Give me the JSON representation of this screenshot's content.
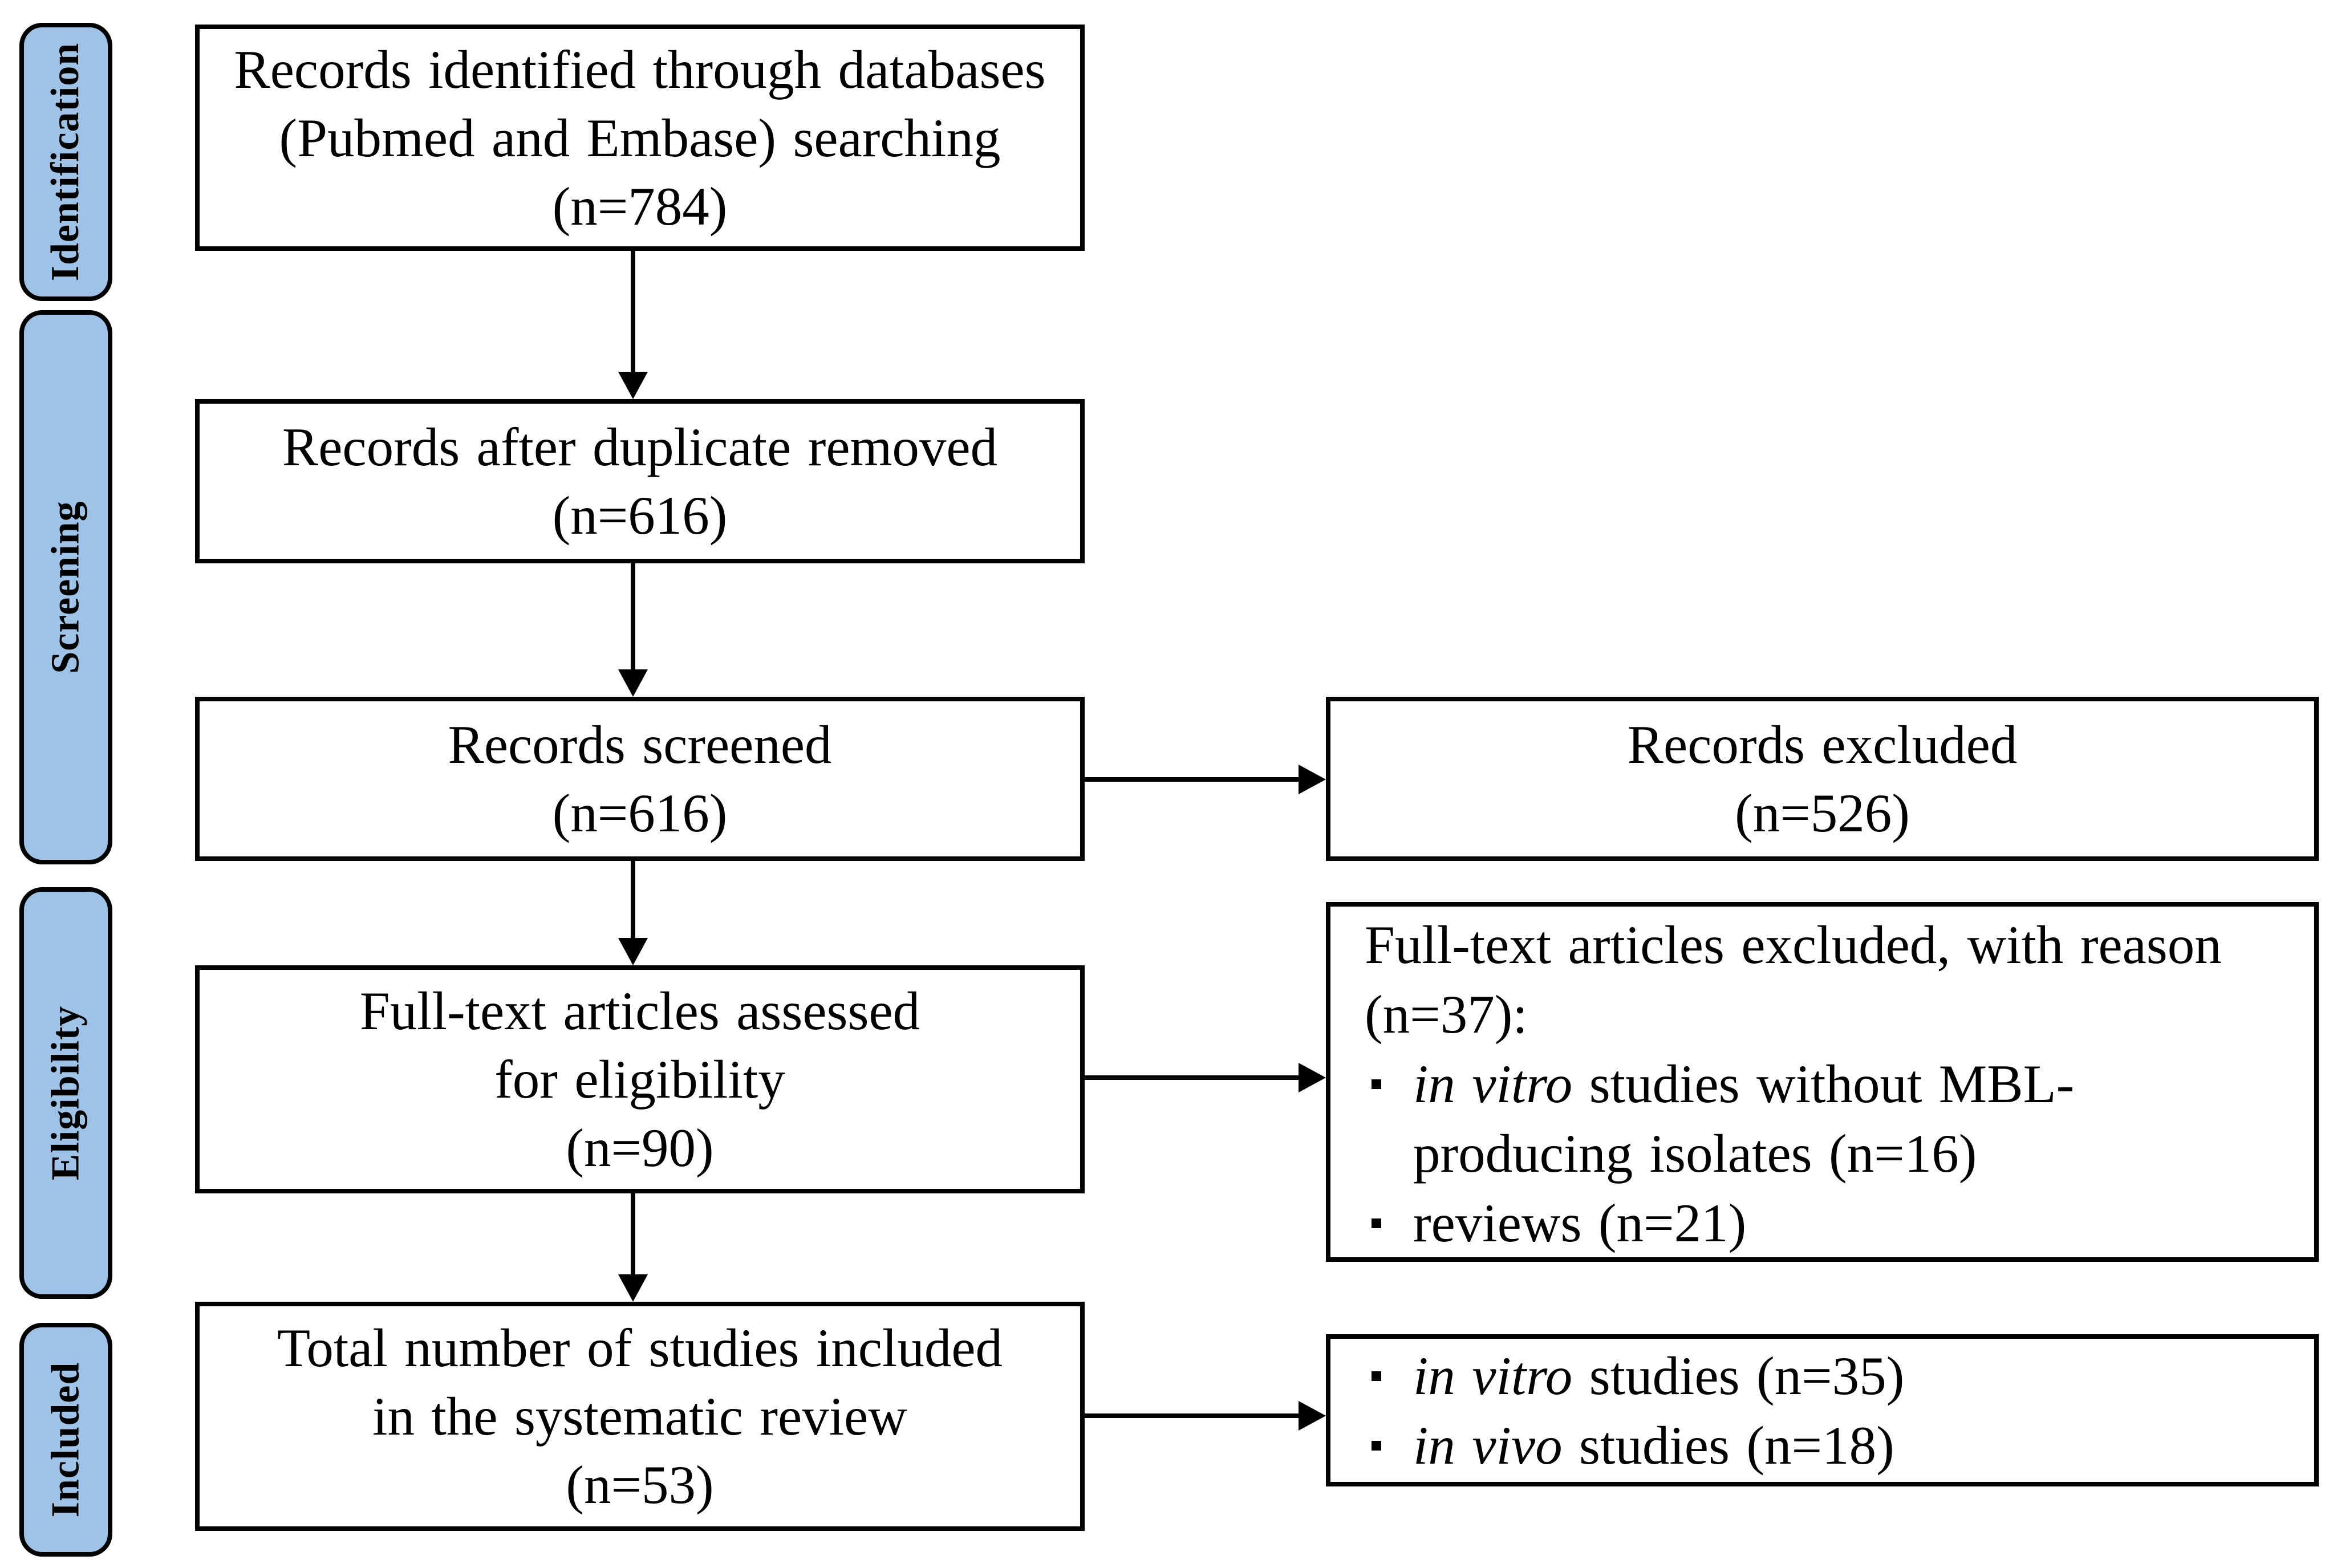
{
  "diagram": {
    "kind": "PRISMA systematic review flow diagram",
    "colors": {
      "stage_fill": "#9EC3E6",
      "border": "#000000",
      "text": "#000000",
      "background": "#FFFFFF"
    },
    "stages": [
      {
        "label": "Identification"
      },
      {
        "label": "Screening"
      },
      {
        "label": "Eligibility"
      },
      {
        "label": "Included"
      }
    ],
    "boxes": {
      "identified": {
        "lines": [
          "Records identified through databases",
          "(Pubmed and Embase) searching",
          "(n=784)"
        ]
      },
      "deduplicated": {
        "lines": [
          "Records after duplicate removed",
          "(n=616)"
        ]
      },
      "screened": {
        "lines": [
          "Records screened",
          "(n=616)"
        ]
      },
      "fulltext_assessed": {
        "lines": [
          "Full-text articles assessed",
          "for eligibility",
          "(n=90)"
        ]
      },
      "total_included": {
        "lines": [
          "Total number of studies included",
          "in the systematic review",
          "(n=53)"
        ]
      },
      "records_excluded": {
        "lines": [
          "Records excluded",
          "(n=526)"
        ]
      },
      "fulltext_excluded": {
        "title_lines": [
          "Full-text articles excluded, with reason",
          "(n=37):"
        ],
        "bullets": [
          {
            "italic": "in vitro",
            "text": " studies without MBL-producing isolates (n=16)"
          },
          {
            "italic": "",
            "text": "reviews (n=21)"
          }
        ]
      },
      "included_breakdown": {
        "bullets": [
          {
            "italic": "in vitro",
            "text": " studies (n=35)"
          },
          {
            "italic": "in vivo",
            "text": " studies (n=18)"
          }
        ]
      }
    }
  }
}
